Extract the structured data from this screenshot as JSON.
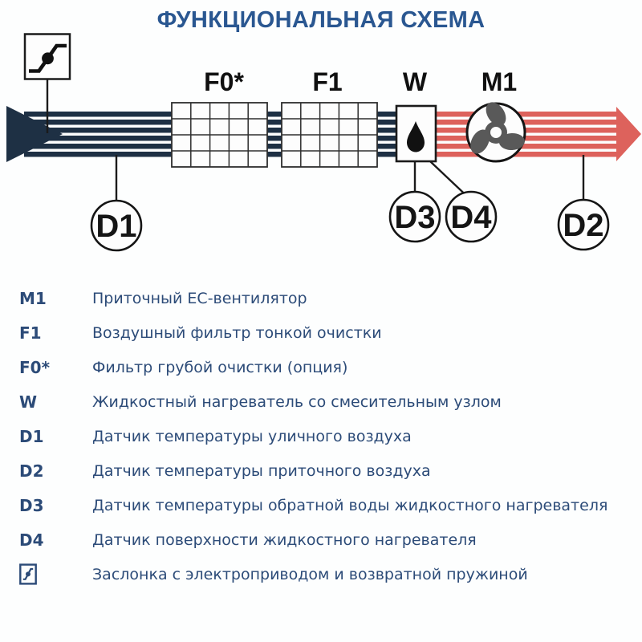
{
  "title": "ФУНКЦИОНАЛЬНАЯ СХЕМА",
  "colors": {
    "title_blue": "#2a5791",
    "legend_blue": "#2c4b78",
    "intake_navy": "#1e3044",
    "supply_red": "#dd625c",
    "fan_gray": "#595959",
    "line_black": "#1b1b1b"
  },
  "diagram": {
    "labels": {
      "f0": "F0*",
      "f1": "F1",
      "w": "W",
      "m1": "M1",
      "d1": "D1",
      "d2": "D2",
      "d3": "D3",
      "d4": "D4"
    },
    "icons": [
      "damper-icon",
      "droplet-icon",
      "fan-icon",
      "intake-air-arrow",
      "supply-air-arrow"
    ]
  },
  "legend": {
    "rows": [
      {
        "key": "M1",
        "text": "Приточный EC-вентилятор"
      },
      {
        "key": "F1",
        "text": "Воздушный фильтр тонкой очистки"
      },
      {
        "key": "F0*",
        "text": "Фильтр грубой очистки (опция)"
      },
      {
        "key": "W",
        "text": "Жидкостный нагреватель со смесительным узлом"
      },
      {
        "key": "D1",
        "text": "Датчик температуры уличного воздуха"
      },
      {
        "key": "D2",
        "text": "Датчик температуры приточного воздуха"
      },
      {
        "key": "D3",
        "text": "Датчик температуры обратной воды жидкостного нагревателя"
      },
      {
        "key": "D4",
        "text": "Датчик поверхности жидкостного нагревателя"
      },
      {
        "key_icon": "damper-icon",
        "text": "Заслонка с электроприводом и возвратной пружиной"
      }
    ]
  }
}
